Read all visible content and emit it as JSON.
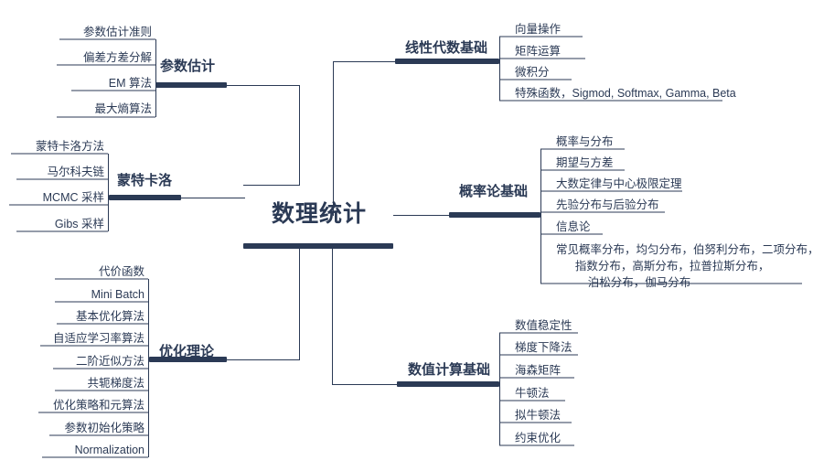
{
  "mindmap": {
    "root": {
      "label": "数理统计"
    },
    "theme": {
      "line_color": "#2b3a55",
      "text_color": "#2b3a55",
      "background": "#ffffff"
    },
    "branches": [
      {
        "id": "parameter-estimation",
        "label": "参数估计",
        "side": "left",
        "children": [
          {
            "label": "参数估计准则"
          },
          {
            "label": "偏差方差分解"
          },
          {
            "label": "EM 算法"
          },
          {
            "label": "最大熵算法"
          }
        ]
      },
      {
        "id": "monte-carlo",
        "label": "蒙特卡洛",
        "side": "left",
        "children": [
          {
            "label": "蒙特卡洛方法"
          },
          {
            "label": "马尔科夫链"
          },
          {
            "label": "MCMC 采样"
          },
          {
            "label": "Gibs 采样"
          }
        ]
      },
      {
        "id": "optimization-theory",
        "label": "优化理论",
        "side": "left",
        "children": [
          {
            "label": "代价函数"
          },
          {
            "label": "Mini Batch"
          },
          {
            "label": "基本优化算法"
          },
          {
            "label": "自适应学习率算法"
          },
          {
            "label": "二阶近似方法"
          },
          {
            "label": "共轭梯度法"
          },
          {
            "label": "优化策略和元算法"
          },
          {
            "label": "参数初始化策略"
          },
          {
            "label": "Normalization"
          }
        ]
      },
      {
        "id": "linear-algebra",
        "label": "线性代数基础",
        "side": "right",
        "children": [
          {
            "label": "向量操作"
          },
          {
            "label": "矩阵运算"
          },
          {
            "label": "微积分"
          },
          {
            "label": "特殊函数，Sigmod, Softmax, Gamma, Beta"
          }
        ]
      },
      {
        "id": "probability-theory",
        "label": "概率论基础",
        "side": "right",
        "children": [
          {
            "label": "概率与分布"
          },
          {
            "label": "期望与方差"
          },
          {
            "label": "大数定律与中心极限定理"
          },
          {
            "label": "先验分布与后验分布"
          },
          {
            "label": "信息论"
          },
          {
            "label": "常见概率分布，均匀分布，伯努利分布，二项分布，\n      指数分布，高斯分布，拉普拉斯分布，\n          泊松分布，伽马分布"
          }
        ]
      },
      {
        "id": "numerical-computation",
        "label": "数值计算基础",
        "side": "right",
        "children": [
          {
            "label": "数值稳定性"
          },
          {
            "label": "梯度下降法"
          },
          {
            "label": "海森矩阵"
          },
          {
            "label": "牛顿法"
          },
          {
            "label": "拟牛顿法"
          },
          {
            "label": "约束优化"
          }
        ]
      }
    ]
  }
}
